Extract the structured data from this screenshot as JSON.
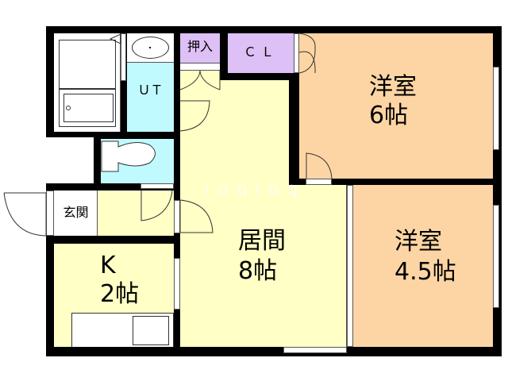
{
  "floor_plan": {
    "colors": {
      "wall": "#000000",
      "western_room": "#FDD5A4",
      "living_kitchen": "#FFFFC6",
      "wet_area": "#C0FAFF",
      "storage": "#DDC0F6",
      "white": "#FFFFFF"
    },
    "rooms": {
      "bath": {
        "label": ""
      },
      "utility": {
        "label": "ＵＴ"
      },
      "oshiire": {
        "label": "押入"
      },
      "closet": {
        "label": "ＣＬ"
      },
      "western_6": {
        "name": "洋室",
        "size": "6帖"
      },
      "toilet": {
        "label": ""
      },
      "entrance": {
        "label": "玄関"
      },
      "kitchen": {
        "name": "K",
        "size": "2帖"
      },
      "living": {
        "name": "居間",
        "size": "8帖"
      },
      "western_45": {
        "name": "洋室",
        "size": "4.5帖"
      }
    },
    "watermark": "ioqioq"
  }
}
